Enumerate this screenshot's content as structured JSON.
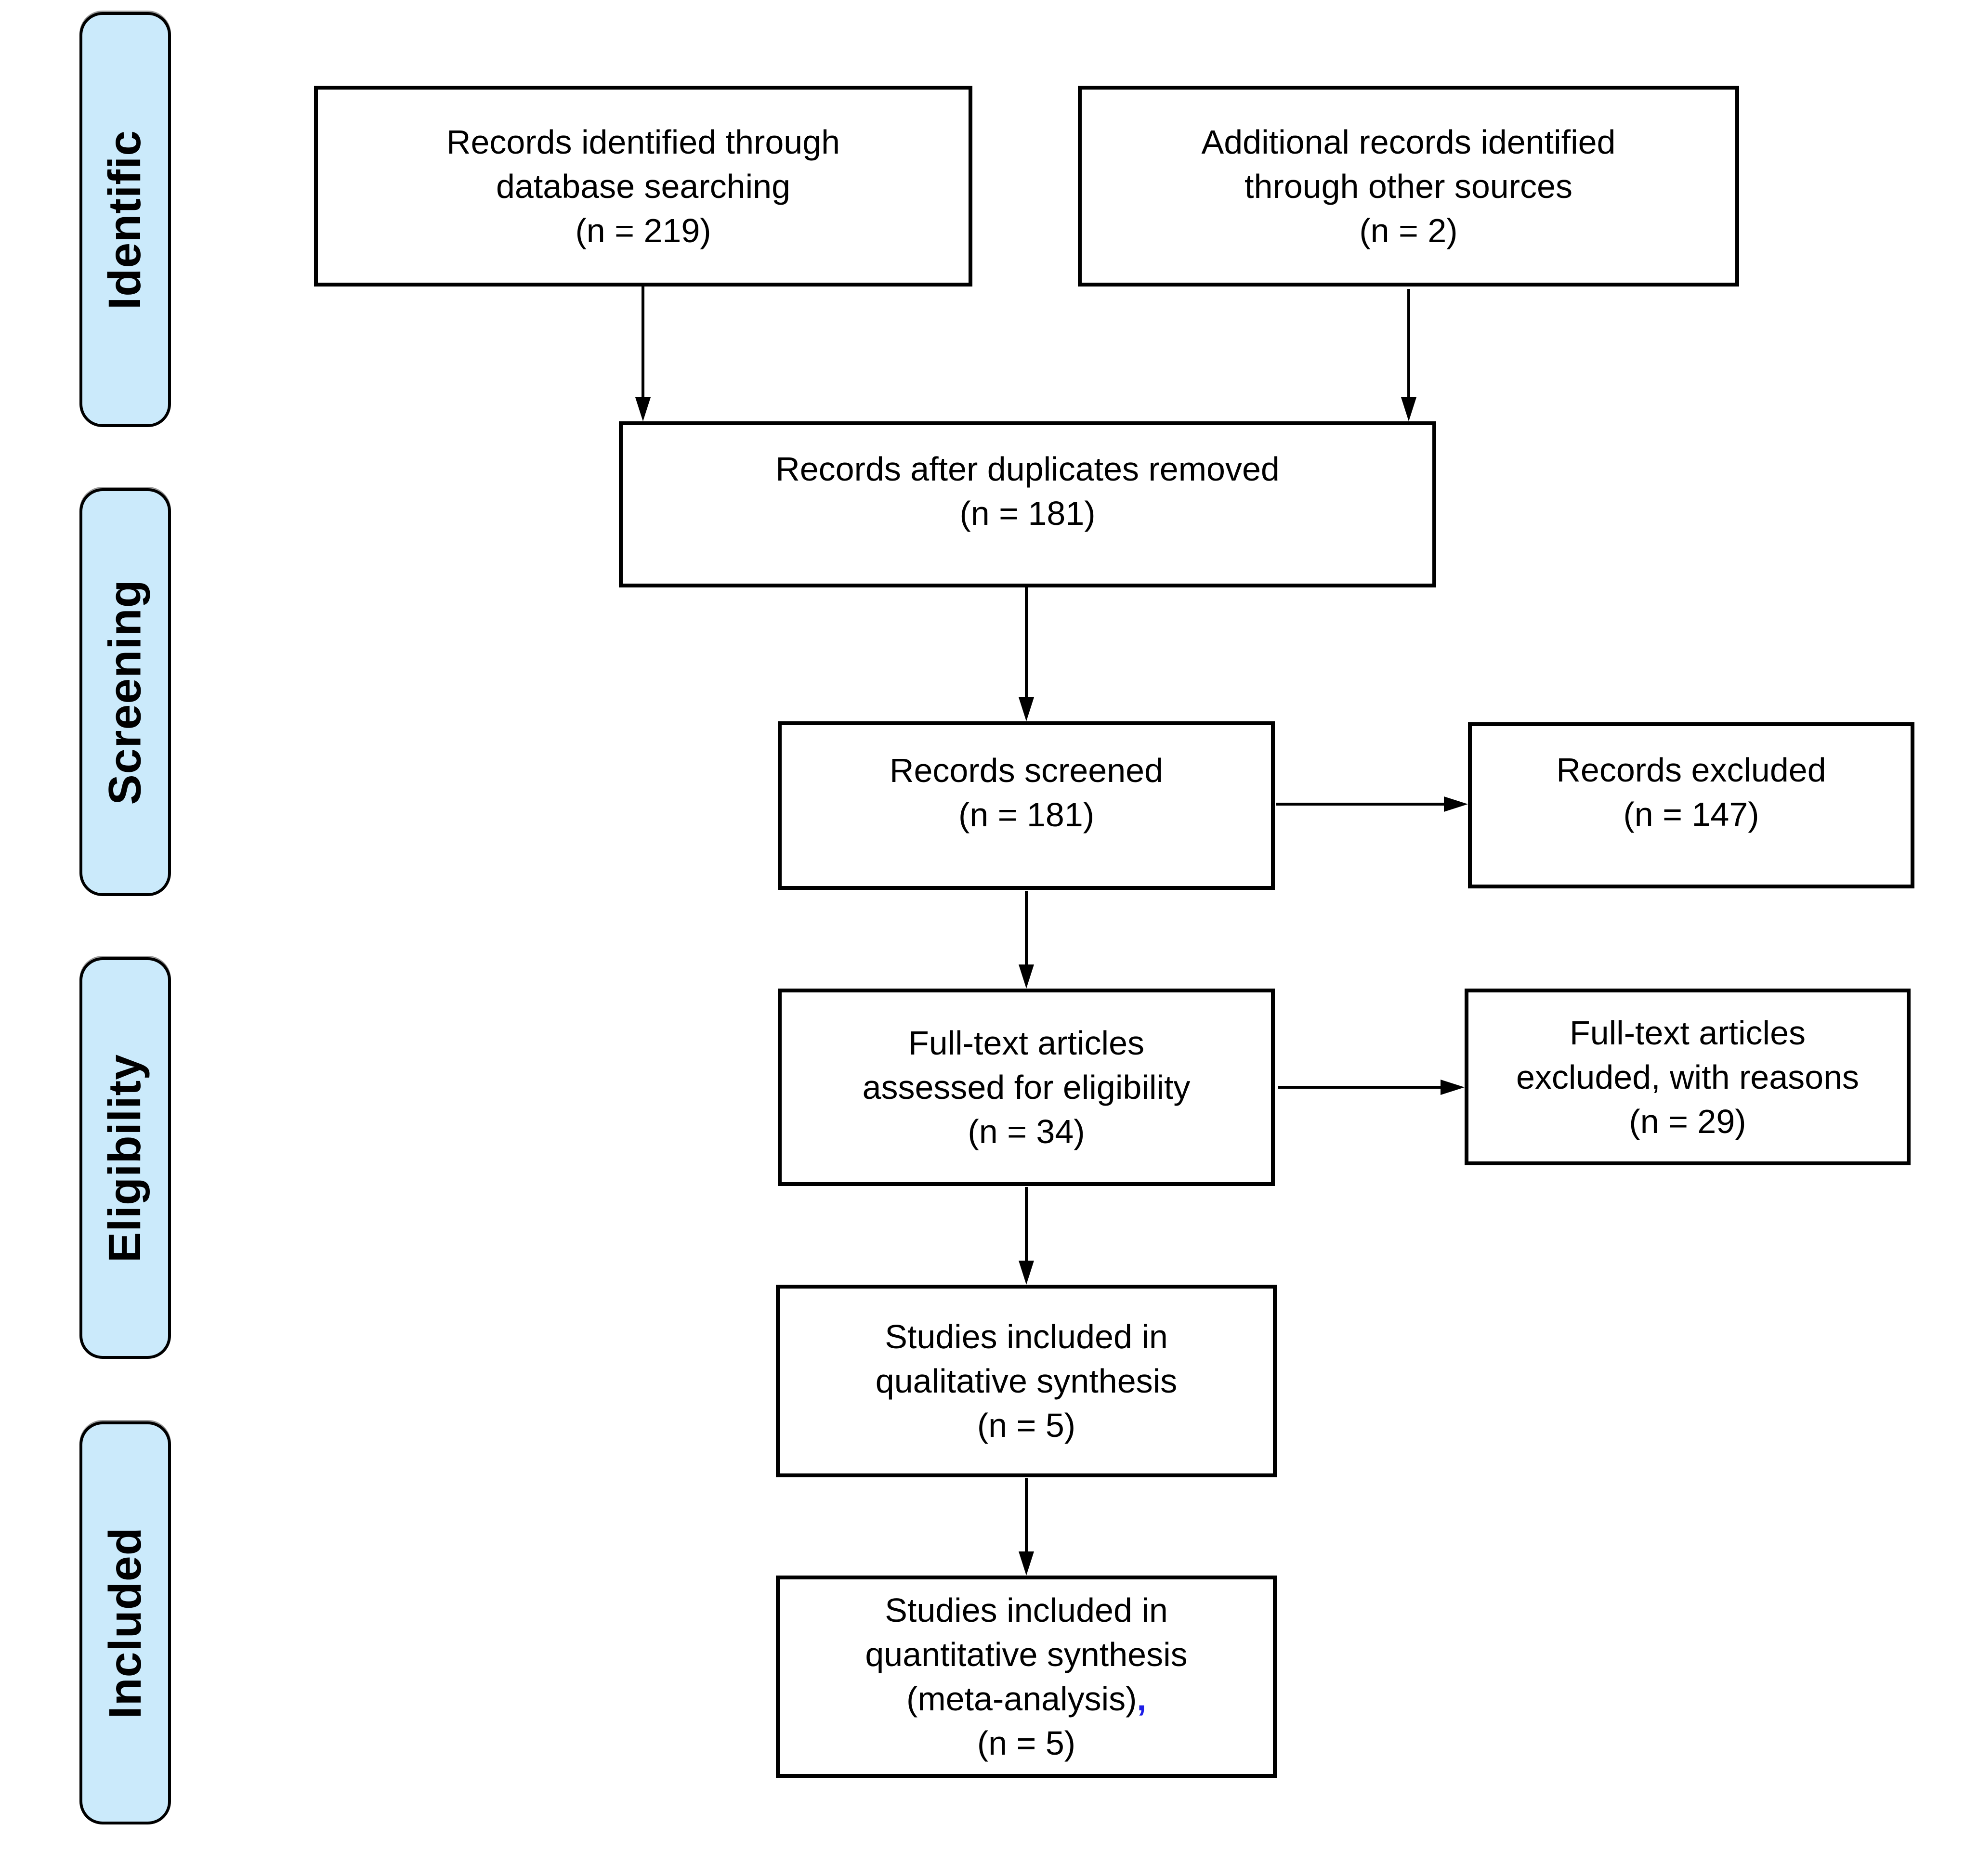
{
  "colors": {
    "stage_fill": "#cbeafb",
    "stage_border": "#000000",
    "box_border": "#000000",
    "arrow": "#000000",
    "annotation": "#1e1ee6",
    "text": "#000000"
  },
  "stages": [
    {
      "label": "Identific"
    },
    {
      "label": "Screening"
    },
    {
      "label": "Eligibility"
    },
    {
      "label": "Included"
    }
  ],
  "boxes": {
    "records_identified": {
      "l1": "Records identified through",
      "l2": "database searching",
      "l3": "(n = 219)"
    },
    "additional_records": {
      "l1": "Additional records identified",
      "l2": "through other sources",
      "l3": "(n = 2)"
    },
    "after_duplicates": {
      "l1": "Records after duplicates removed",
      "l2": "(n = 181)"
    },
    "records_screened": {
      "l1": "Records screened",
      "l2": "(n = 181)"
    },
    "records_excluded": {
      "l1": "Records excluded",
      "l2": "(n = 147)"
    },
    "fulltext_assessed": {
      "l1": "Full-text articles",
      "l2": "assessed for eligibility",
      "l3": "(n = 34)"
    },
    "fulltext_excluded": {
      "l1": "Full-text articles",
      "l2": "excluded, with reasons",
      "l3": "(n = 29)"
    },
    "qualitative": {
      "l1": "Studies included in",
      "l2": "qualitative synthesis",
      "l3": "(n = 5)"
    },
    "quantitative": {
      "l1": "Studies included in",
      "l2": "quantitative synthesis",
      "l3": "(meta-analysis)",
      "l3_mark": ",",
      "l4": "(n = 5)"
    }
  }
}
